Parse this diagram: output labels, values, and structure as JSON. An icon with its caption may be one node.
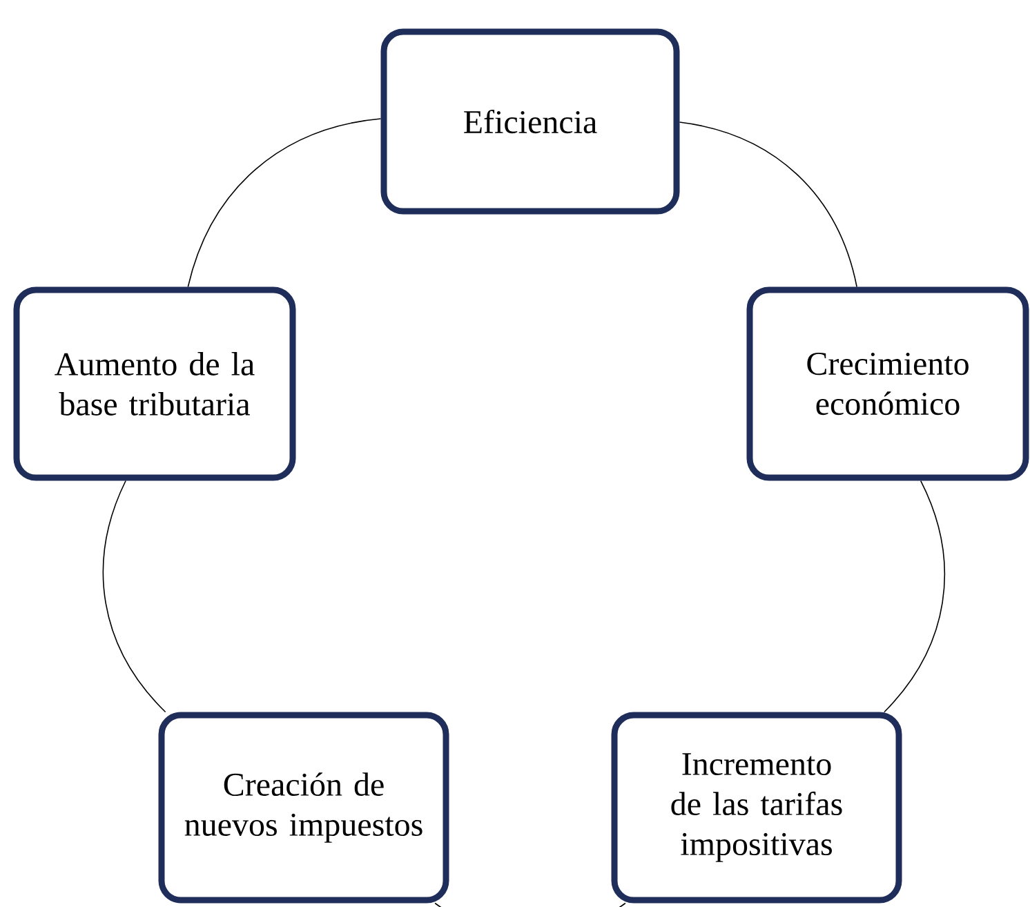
{
  "diagram": {
    "nodes": [
      {
        "text": [
          "Eficiencia"
        ]
      },
      {
        "text": [
          "Crecimiento económico"
        ]
      },
      {
        "text": [
          "Incremento de las tarifas impositivas"
        ]
      },
      {
        "text": [
          "Creación de nuevos impuestos"
        ]
      },
      {
        "text": [
          "Aumento de la base tributaria"
        ]
      }
    ],
    "edges": [
      {
        "from": 0,
        "to": 1,
        "arrow": "none"
      },
      {
        "from": 1,
        "to": 2,
        "arrow": "none"
      },
      {
        "from": 2,
        "to": 3,
        "arrow": "none"
      },
      {
        "from": 3,
        "to": 4,
        "arrow": "none"
      },
      {
        "from": 4,
        "to": 0,
        "arrow": "none"
      }
    ]
  }
}
